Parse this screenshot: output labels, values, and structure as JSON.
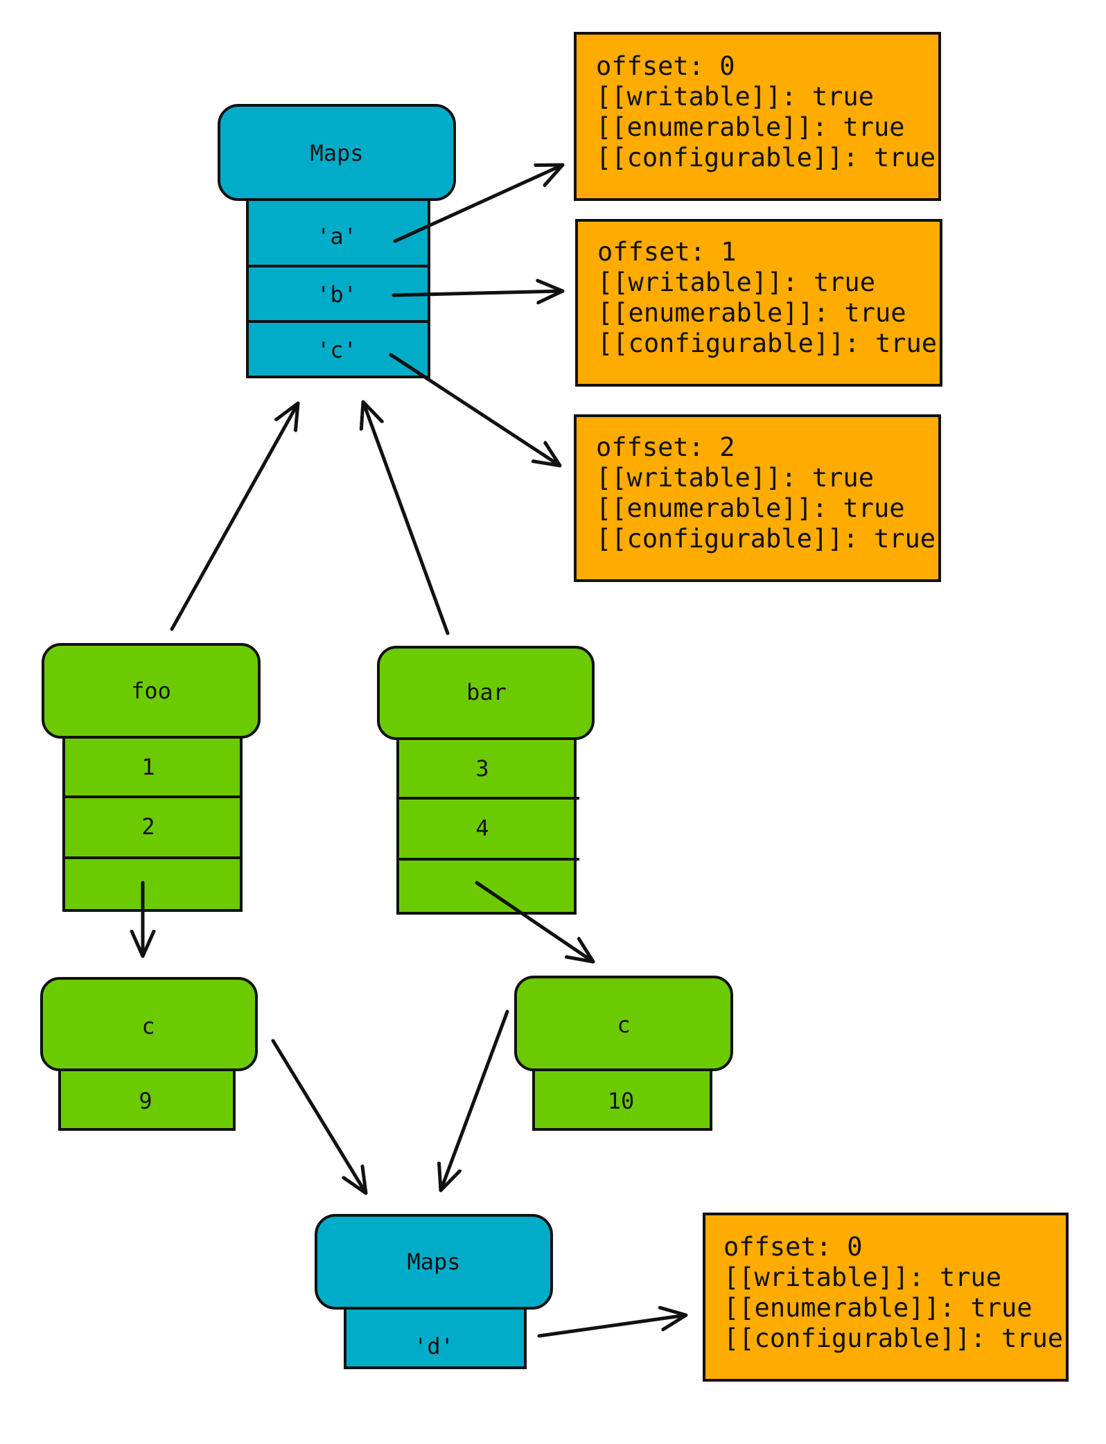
{
  "colors": {
    "map": "#00acc8",
    "object": "#6ccb00",
    "descriptor": "#ffab00",
    "ink": "#111111"
  },
  "maps_top": {
    "title": "Maps",
    "keys": [
      "'a'",
      "'b'",
      "'c'"
    ]
  },
  "descriptors_top": [
    {
      "lines": [
        "offset: 0",
        "[[writable]]: true",
        "[[enumerable]]: true",
        "[[configurable]]: true"
      ]
    },
    {
      "lines": [
        "offset: 1",
        "[[writable]]: true",
        "[[enumerable]]: true",
        "[[configurable]]: true"
      ]
    },
    {
      "lines": [
        "offset: 2",
        "[[writable]]: true",
        "[[enumerable]]: true",
        "[[configurable]]: true"
      ]
    }
  ],
  "foo": {
    "title": "foo",
    "values": [
      "1",
      "2",
      ""
    ]
  },
  "bar": {
    "title": "bar",
    "values": [
      "3",
      "4",
      ""
    ]
  },
  "foo_c": {
    "title": "c",
    "value": "9"
  },
  "bar_c": {
    "title": "c",
    "value": "10"
  },
  "maps_bottom": {
    "title": "Maps",
    "keys": [
      "'d'"
    ]
  },
  "descriptor_bottom": {
    "lines": [
      "offset: 0",
      "[[writable]]: true",
      "[[enumerable]]: true",
      "[[configurable]]: true"
    ]
  }
}
